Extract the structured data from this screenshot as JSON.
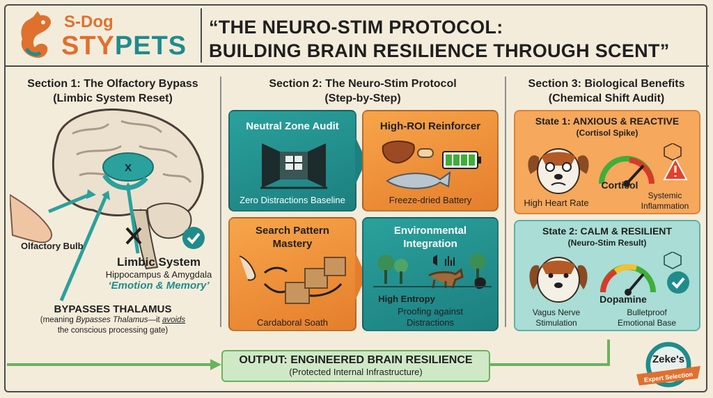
{
  "brand": {
    "small": "S-Dog",
    "main_left": "STY",
    "main_right": "PETS"
  },
  "title": {
    "line1": "“THE NEURO-STIM PROTOCOL:",
    "line2": "BUILDING BRAIN RESILIENCE THROUGH SCENT”"
  },
  "section1": {
    "heading_line1": "Section 1: The Olfactory Bypass",
    "heading_line2": "(Limbic System Reset)",
    "brain_mark": "X",
    "olfactory_bulb": "Olfactory Bulb",
    "limbic_title": "Limbic System",
    "limbic_sub": "Hippocampus & Amygdala",
    "limbic_tag": "‘Emotion & Memory’",
    "bypass_title": "BYPASSES THALAMUS",
    "note_pre": "(meaning ",
    "note_em": "Bypasses Thalamus",
    "note_mid": "—it ",
    "note_u": "avoids",
    "note_line2": "the conscious processing gate)"
  },
  "section2": {
    "heading_line1": "Section 2: The Neuro-Stim Protocol",
    "heading_line2": "(Step-by-Step)",
    "card1": {
      "title": "Neutral Zone Audit",
      "sub": "Zero Distractions Baseline"
    },
    "card2": {
      "title": "High-ROI Reinforcer",
      "sub": "Freeze-dried Battery"
    },
    "card3": {
      "title_line1": "Search Pattern",
      "title_line2": "Mastery",
      "sub": "Cardaborаl Soath"
    },
    "card4": {
      "title_line1": "Environmental",
      "title_line2": "Integration",
      "sub1": "High Entropy",
      "sub2_line1": "Proofing against",
      "sub2_line2": "Distractions"
    }
  },
  "section3": {
    "heading_line1": "Section 3: Biological Benefits",
    "heading_line2": "(Chemical Shift Audit)",
    "state1": {
      "title": "State 1: ANXIOUS & REACTIVE",
      "sub": "(Cortisol Spike)",
      "left_label": "High Heart Rate",
      "gauge_label": "Cortisol",
      "right_label_line1": "Systemic",
      "right_label_line2": "Inflammation"
    },
    "state2": {
      "title": "State 2: CALM & RESILIENT",
      "sub": "(Neuro-Stim Result)",
      "left_label_line1": "Vagus Nerve",
      "left_label_line2": "Stimulation",
      "gauge_label": "Dopamine",
      "right_label_line1": "Bulletproof",
      "right_label_line2": "Emotional Base"
    }
  },
  "output": {
    "title": "OUTPUT: ENGINEERED BRAIN RESILIENCE",
    "sub": "(Protected Internal Infrastructure)"
  },
  "badge": {
    "name": "Zeke's",
    "ribbon": "Expert Selection"
  },
  "colors": {
    "teal": "#1f8c8c",
    "orange": "#e0702e",
    "green": "#69b35d",
    "background": "#f4ecdb"
  }
}
